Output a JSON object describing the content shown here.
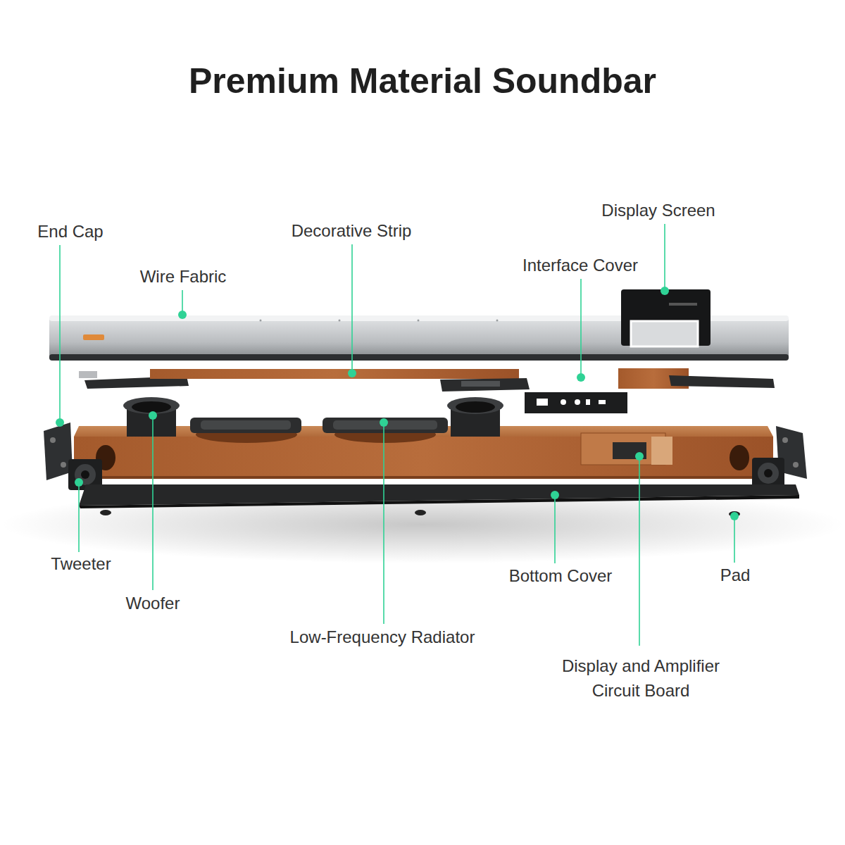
{
  "diagram": {
    "title": "Premium Material Soundbar",
    "labels": [
      "Display Screen",
      "End Cap",
      "Decorative Strip",
      "Interface Cover",
      "Wire Fabric",
      "Tweeter",
      "Woofer",
      "Bottom Cover",
      "Pad",
      "Low-Frequency Radiator",
      "Display and Amplifier Circuit Board"
    ]
  }
}
